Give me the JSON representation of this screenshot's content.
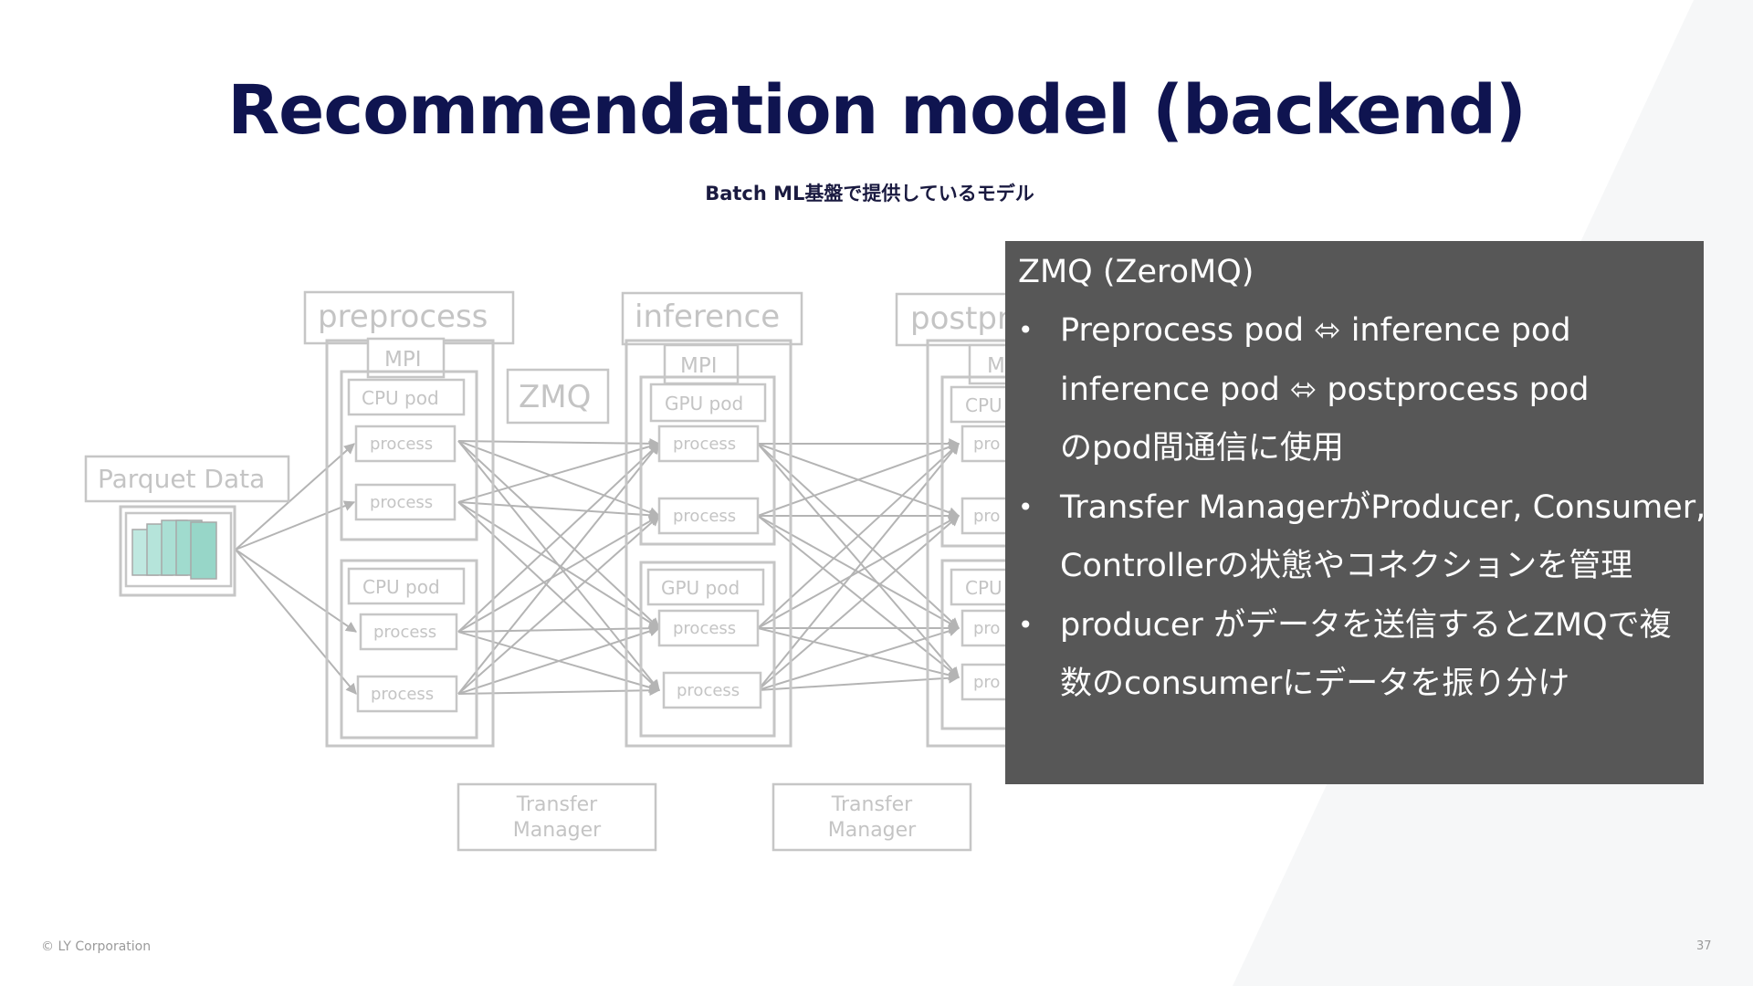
{
  "slide": {
    "title": "Recommendation model (backend)",
    "subtitle": "Batch ML基盤で提供しているモデル",
    "footer": "© LY Corporation",
    "page_number": "37"
  },
  "diagram": {
    "input_label": "Parquet Data",
    "stages": {
      "preprocess": "preprocess",
      "inference": "inference",
      "postprocess": "postpr"
    },
    "zmq_label": "ZMQ",
    "mpi_label": "MPI",
    "mpi_partial": "M",
    "cpu_pod": "CPU pod",
    "cpu_partial": "CPU",
    "gpu_pod": "GPU pod",
    "process": "process",
    "process_partial": "pro",
    "transfer_manager_1": "Transfer",
    "transfer_manager_2": "Manager"
  },
  "overlay": {
    "title": "ZMQ (ZeroMQ)",
    "bullets": [
      {
        "lines": [
          "Preprocess pod ⬄ inference pod",
          "inference pod ⬄ postprocess pod",
          "のpod間通信に使用"
        ]
      },
      {
        "lines": [
          "Transfer ManagerがProducer, Consumer,",
          "Controllerの状態やコネクションを管理"
        ]
      },
      {
        "lines": [
          "producer がデータを送信するとZMQで複",
          "数のconsumerにデータを振り分け"
        ]
      }
    ],
    "bullet_symbol": "•"
  }
}
